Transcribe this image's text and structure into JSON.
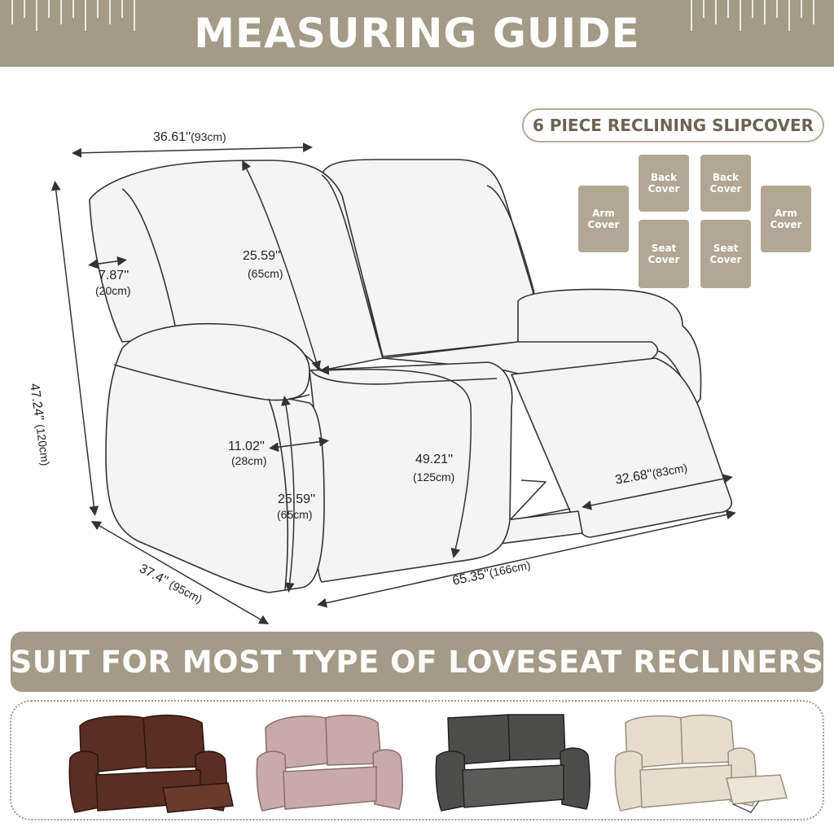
{
  "header": {
    "title": "MEASURING GUIDE"
  },
  "pieces": {
    "title": "6 PIECE RECLINING SLIPCOVER",
    "items": [
      {
        "label": "Arm Cover",
        "kind": "arm-left"
      },
      {
        "label": "Back Cover",
        "kind": "back-left"
      },
      {
        "label": "Back Cover",
        "kind": "back-right"
      },
      {
        "label": "Arm Cover",
        "kind": "arm-right"
      },
      {
        "label": "Seat Cover",
        "kind": "seat-left"
      },
      {
        "label": "Seat Cover",
        "kind": "seat-right"
      }
    ]
  },
  "dimensions": {
    "top_width": {
      "in": "36.61''",
      "cm": "(93cm)"
    },
    "back_height": {
      "in": "25.59''",
      "cm": "(65cm)"
    },
    "arm_width": {
      "in": "7.87''",
      "cm": "(20cm)"
    },
    "total_height": {
      "in": "47.24''",
      "cm": "(120cm)"
    },
    "arm_side": {
      "in": "11.02''",
      "cm": "(28cm)"
    },
    "arm_front": {
      "in": "25.59''",
      "cm": "(65cm)"
    },
    "seat_depth": {
      "in": "49.21''",
      "cm": "(125cm)"
    },
    "footrest": {
      "in": "32.68''",
      "cm": "(83cm)"
    },
    "total_depth": {
      "in": "37.4''",
      "cm": "(95cm)"
    },
    "total_width": {
      "in": "65.35''",
      "cm": "(166cm)"
    }
  },
  "banner": {
    "text": "SUIT FOR MOST TYPE OF LOVESEAT RECLINERS"
  },
  "gallery": {
    "items": [
      {
        "name": "brown-leather-recliner",
        "color": "#5a2e22"
      },
      {
        "name": "pink-fabric-recliner",
        "color": "#c9aaa8"
      },
      {
        "name": "gray-fabric-recliner",
        "color": "#4c4c4a"
      },
      {
        "name": "cream-leather-recliner",
        "color": "#e6ddcf"
      }
    ]
  },
  "colors": {
    "accent": "#a39a87",
    "piece": "#b1a794",
    "outline": "#333333"
  }
}
